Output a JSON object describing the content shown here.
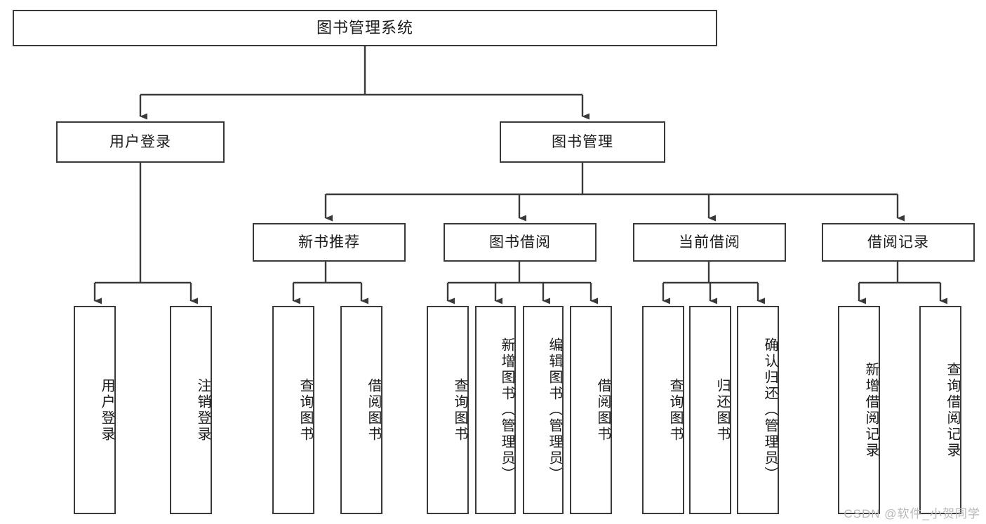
{
  "diagram": {
    "type": "tree-hierarchy",
    "title": "图书管理系统",
    "orientation": "top-down",
    "watermark": "CSDN @软件_小贺同学",
    "colors": {
      "box_border": "#3a3a3a",
      "box_fill": "#ffffff",
      "connector": "#3a3a3a",
      "text": "#1b1b1b",
      "watermark": "#b9b9b9",
      "background": "#ffffff"
    },
    "nodes": {
      "root": {
        "label": "图书管理系统",
        "level": 1
      },
      "level2": [
        {
          "id": "user-login",
          "label": "用户登录",
          "level": 2
        },
        {
          "id": "book-manage",
          "label": "图书管理",
          "level": 2
        }
      ],
      "level3": [
        {
          "id": "new-book-recommend",
          "label": "新书推荐",
          "level": 3,
          "parent": "book-manage"
        },
        {
          "id": "book-borrow",
          "label": "图书借阅",
          "level": 3,
          "parent": "book-manage"
        },
        {
          "id": "current-borrow",
          "label": "当前借阅",
          "level": 3,
          "parent": "book-manage"
        },
        {
          "id": "borrow-record",
          "label": "借阅记录",
          "level": 3,
          "parent": "book-manage"
        }
      ],
      "leaves": [
        {
          "id": "leaf-user-login",
          "label": "用户登录",
          "parent": "user-login"
        },
        {
          "id": "leaf-user-logout",
          "label": "注销登录",
          "parent": "user-login"
        },
        {
          "id": "leaf-query-book-1",
          "label": "查询图书",
          "parent": "new-book-recommend"
        },
        {
          "id": "leaf-borrow-book-1",
          "label": "借阅图书",
          "parent": "new-book-recommend"
        },
        {
          "id": "leaf-query-book-2",
          "label": "查询图书",
          "parent": "book-borrow"
        },
        {
          "id": "leaf-add-book",
          "label": "新增图书（管理员）",
          "parent": "book-borrow"
        },
        {
          "id": "leaf-edit-book",
          "label": "编辑图书（管理员）",
          "parent": "book-borrow"
        },
        {
          "id": "leaf-borrow-book-2",
          "label": "借阅图书",
          "parent": "book-borrow"
        },
        {
          "id": "leaf-query-book-3",
          "label": "查询图书",
          "parent": "current-borrow"
        },
        {
          "id": "leaf-return-book",
          "label": "归还图书",
          "parent": "current-borrow"
        },
        {
          "id": "leaf-confirm-return",
          "label": "确认归还（管理员）",
          "parent": "current-borrow"
        },
        {
          "id": "leaf-add-record",
          "label": "新增借阅记录",
          "parent": "borrow-record"
        },
        {
          "id": "leaf-query-record",
          "label": "查询借阅记录",
          "parent": "borrow-record"
        }
      ]
    }
  }
}
